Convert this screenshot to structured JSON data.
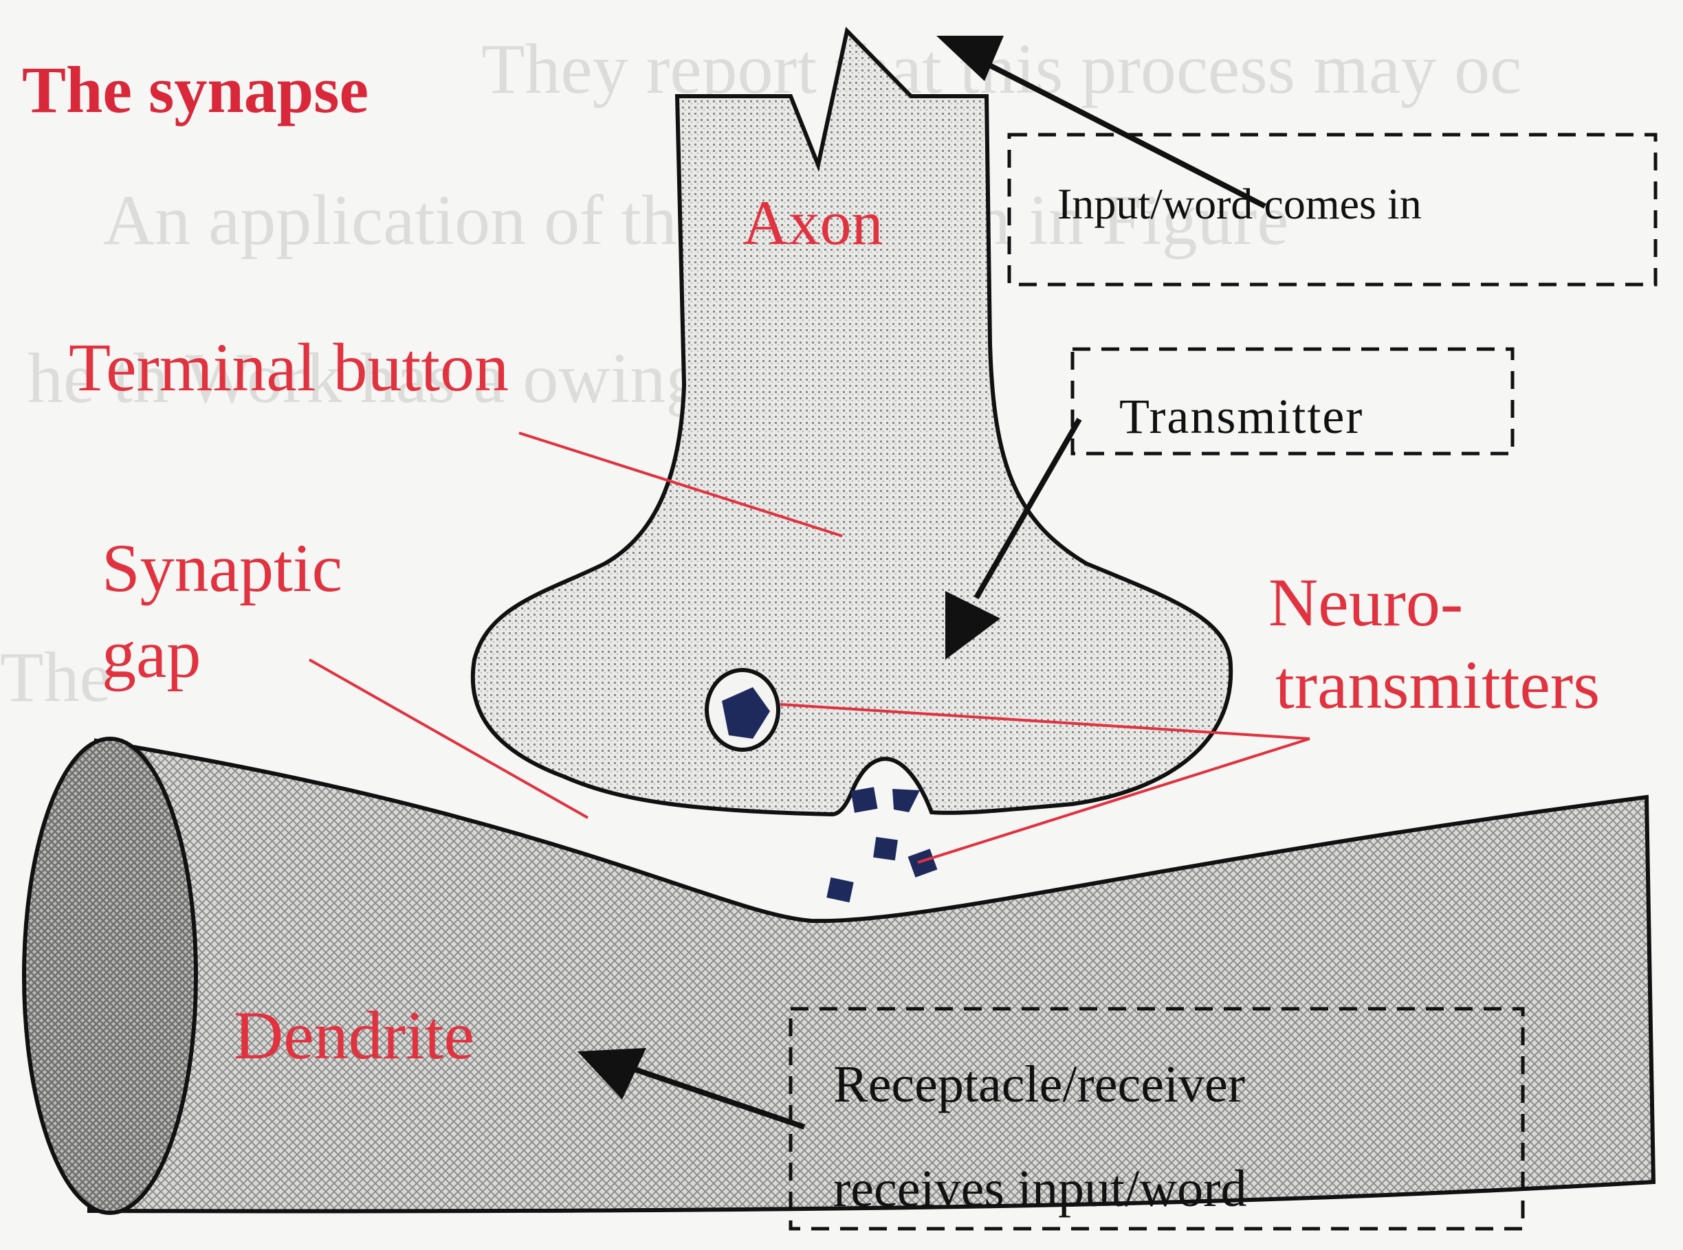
{
  "title": "The synapse",
  "background_text": [
    "They report that this process may oc",
    "An application of th      was shown in Figure",
    "he           th      Work has a                 owing",
    "          The                                          "
  ],
  "labels": {
    "axon": "Axon",
    "terminal_button": "Terminal button",
    "synaptic_gap_line1": "Synaptic",
    "synaptic_gap_line2": "gap",
    "neurotransmitters_line1": "Neuro-",
    "neurotransmitters_line2": "transmitters",
    "dendrite": "Dendrite"
  },
  "callouts": {
    "input": "Input/word comes in",
    "transmitter": "Transmitter",
    "receiver_line1": "Receptacle/receiver",
    "receiver_line2": "receives input/word"
  },
  "colors": {
    "label_red": "#e0323f",
    "title_red": "#d8283a",
    "vesicle_blue": "#1f2a5c",
    "stipple": "#8a8a8a"
  }
}
